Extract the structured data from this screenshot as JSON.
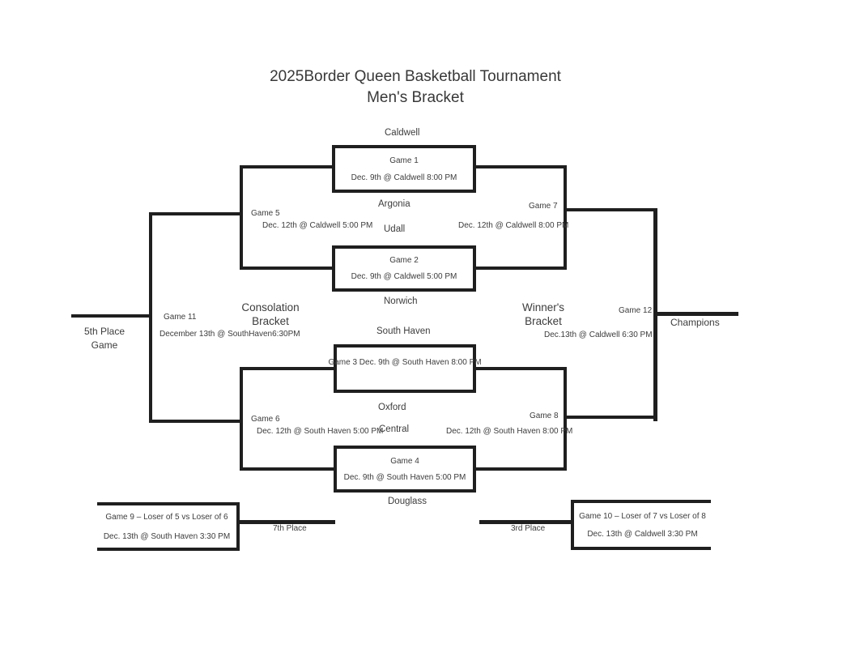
{
  "title": {
    "line1": "2025Border Queen Basketball Tournament",
    "line2": "Men's Bracket"
  },
  "teams": {
    "caldwell": "Caldwell",
    "argonia": "Argonia",
    "udall": "Udall",
    "norwich": "Norwich",
    "south_haven": "South Haven",
    "oxford": "Oxford",
    "central": "Central",
    "douglass": "Douglass"
  },
  "games": {
    "game1": {
      "name": "Game 1",
      "detail": "Dec. 9th @ Caldwell 8:00 PM"
    },
    "game2": {
      "name": "Game 2",
      "detail": "Dec. 9th @ Caldwell 5:00 PM"
    },
    "game3": {
      "combined": "Game 3 Dec. 9th @ South Haven 8:00 PM"
    },
    "game4": {
      "name": "Game 4",
      "detail": "Dec. 9th @ South Haven 5:00 PM"
    },
    "game5": {
      "name": "Game 5",
      "detail": "Dec. 12th @ Caldwell 5:00 PM"
    },
    "game6": {
      "name": "Game 6",
      "detail": "Dec. 12th @ South Haven 5:00 PM"
    },
    "game7": {
      "name": "Game 7",
      "detail": "Dec. 12th @ Caldwell 8:00 PM"
    },
    "game8": {
      "name": "Game 8",
      "detail": "Dec. 12th @ South Haven 8:00 PM"
    },
    "game9": {
      "name": "Game 9 – Loser of 5 vs Loser of 6",
      "detail": "Dec. 13th @ South Haven 3:30 PM"
    },
    "game10": {
      "name": "Game 10 – Loser of 7 vs Loser of 8",
      "detail": "Dec. 13th @ Caldwell 3:30 PM"
    },
    "game11": {
      "name": "Game 11",
      "detail": "December 13th @ SouthHaven6:30PM"
    },
    "game12": {
      "name": "Game 12",
      "detail": "Dec.13th @ Caldwell 6:30 PM"
    }
  },
  "sections": {
    "consolation": {
      "line1": "Consolation",
      "line2": "Bracket"
    },
    "winners": {
      "line1": "Winner's",
      "line2": "Bracket"
    }
  },
  "placements": {
    "fifth_line1": "5th Place",
    "fifth_line2": "Game",
    "seventh": "7th Place",
    "third": "3rd Place",
    "champions": "Champions"
  },
  "colors": {
    "line": "#1f1f1f",
    "text": "#3c3c3c",
    "background": "#ffffff"
  }
}
